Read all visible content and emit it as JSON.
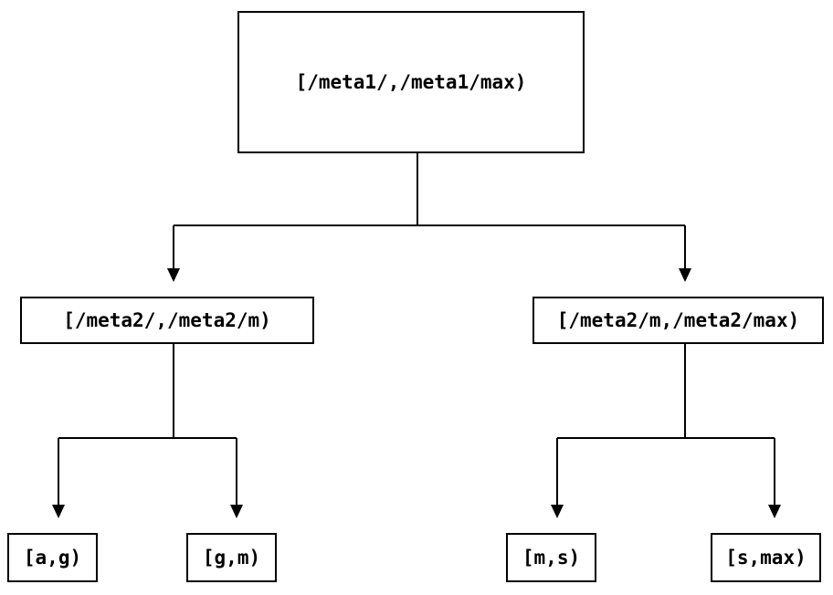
{
  "tree": {
    "root": {
      "label": "[/meta1/,/meta1/max)"
    },
    "children": [
      {
        "label": "[/meta2/,/meta2/m)",
        "children": [
          {
            "label": "[a,g)"
          },
          {
            "label": "[g,m)"
          }
        ]
      },
      {
        "label": "[/meta2/m,/meta2/max)",
        "children": [
          {
            "label": "[m,s)"
          },
          {
            "label": "[s,max)"
          }
        ]
      }
    ]
  },
  "colors": {
    "background": "#ffffff",
    "node_fill": "#ffffff",
    "node_border": "#000000",
    "line": "#000000",
    "text": "#000000"
  }
}
